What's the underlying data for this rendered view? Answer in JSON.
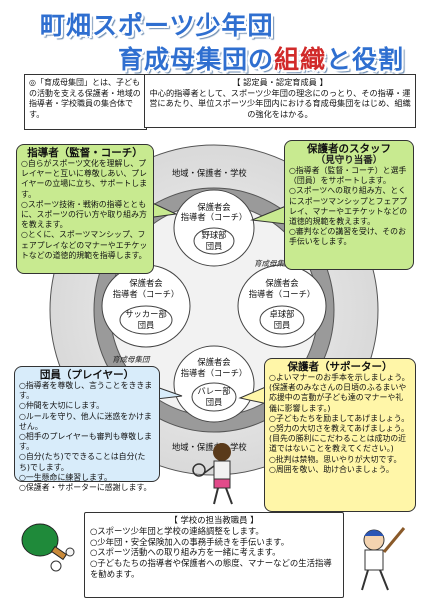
{
  "title": {
    "line1": "町畑スポーツ少年団",
    "line2_a": "育成母集団の",
    "line2_b": "組織",
    "line2_c": "と役割"
  },
  "intro": {
    "text": "◎「育成母集団」とは、子どもの活動を支える保護者・地域の指導者・学校職員の集合体です。"
  },
  "committee": {
    "title": "【 認定員・認定育成員 】",
    "text": "中心的指導者として、スポーツ少年団の理念にのっとり、その指導・運営にあたり、単位スポーツ少年団内における育成母集団をはじめ、組織の強化をはかる。"
  },
  "coach": {
    "title": "指導者（監督・コーチ）",
    "items": [
      "○自らがスポーツ文化を理解し、プレイヤーと互いに尊敬しあい、プレイヤーの立場に立ち、サポートします。",
      "○スポーツ技術・戦術の指導とともに、スポーツの行い方や取り組み方を教えます。",
      "○とくに、スポーツマンシップ、フェアプレイなどのマナーやエチケットなどの道徳的規範を指導します。"
    ]
  },
  "staff": {
    "title": "保護者のスタッフ",
    "subtitle": "（見守り当番）",
    "items": [
      "○指導者（監督・コーチ）と選手（団員）をサポートします。",
      "○スポーツへの取り組み方、とくにスポーツマンシップとフェアプレイ、マナーやエチケットなどの道徳的規範を教えます。",
      "○審判などの講習を受け、そのお手伝いをします。"
    ]
  },
  "player": {
    "title": "団員（プレイヤー）",
    "items": [
      "○指導者を尊敬し、言うことをききます。",
      "○仲間を大切にします。",
      "○ルールを守り、他人に迷惑をかけません。",
      "○相手のプレイヤーも審判も尊敬します。",
      "○自分(たち)でできることは自分(たち)でします。",
      "○一生懸命に練習します。",
      "○保護者・サポーターに感謝します。"
    ]
  },
  "supporter": {
    "title": "保護者（サポーター）",
    "items": [
      "○よいマナーのお手本を示しましょう。(保護者のみなさんの日頃のふるまいや応援中の言動が子ども達のマナーや礼儀に影響します。)",
      "○子どもたちを励ましてあげましょう。",
      "○努力の大切さを教えてあげましょう。(目先の勝利にこだわることは成功の近道ではないことを教えてください。)",
      "○批判は禁物。思いやりが大切です。",
      "○周囲を敬い、助け合いましょう。"
    ]
  },
  "school": {
    "title": "【 学校の担当教職員 】",
    "items": [
      "○スポーツ少年団と学校の連絡調整をします。",
      "○少年団・安全保険加入の事務手続きを手伝います。",
      "○スポーツ活動への取り組み方を一緒に考えます。",
      "○子どもたちの指導者や保護者への態度、マナーなどの生活指導を勧めます。"
    ]
  },
  "diagram": {
    "outer_label_top": "地域・保護者・学校",
    "outer_label_bottom": "地域・保護者・学校",
    "ring_label_1": "育成母集団",
    "ring_label_2": "育成母集団",
    "baseball": {
      "l1": "保護者会",
      "l2": "指導者（コーチ）",
      "name1": "野球部",
      "name2": "団員"
    },
    "soccer": {
      "l1": "保護者会",
      "l2": "指導者（コーチ）",
      "name1": "サッカー部",
      "name2": "団員"
    },
    "tabletennis": {
      "l1": "保護者会",
      "l2": "指導者（コーチ）",
      "name1": "卓球部",
      "name2": "団員"
    },
    "volleyball": {
      "l1": "保護者会",
      "l2": "指導者（コーチ）",
      "name1": "バレー部",
      "name2": "団員"
    }
  },
  "colors": {
    "title_blue": "#2f6fd0",
    "title_red": "#d12a2a",
    "coach_green": "#c8ea90",
    "staff_green": "#c8ea90",
    "player_blue": "#d8ecfa",
    "supporter_yellow": "#fff6a8"
  }
}
